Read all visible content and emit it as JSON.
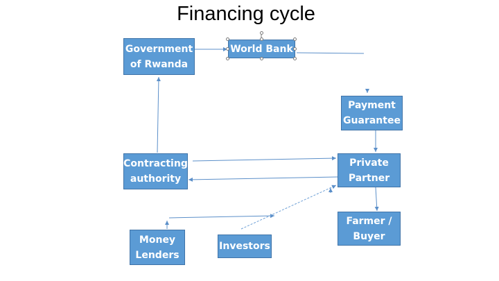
{
  "title": "Financing cycle",
  "colors": {
    "box_fill": "#5b9bd5",
    "line": "#5b8fc9",
    "dashed_line": "#6c9fd6"
  },
  "nodes": {
    "government": {
      "label": "Government\nof Rwanda"
    },
    "world_bank": {
      "label": "World Bank"
    },
    "payment_guarantee": {
      "label": "Payment\nGuarantee"
    },
    "contracting_authority": {
      "label": "Contracting\nauthority"
    },
    "private_partner": {
      "label": "Private\nPartner"
    },
    "farmer_buyer": {
      "label": "Farmer /\nBuyer"
    },
    "money_lenders": {
      "label": "Money\nLenders"
    },
    "investors": {
      "label": "Investors"
    }
  }
}
